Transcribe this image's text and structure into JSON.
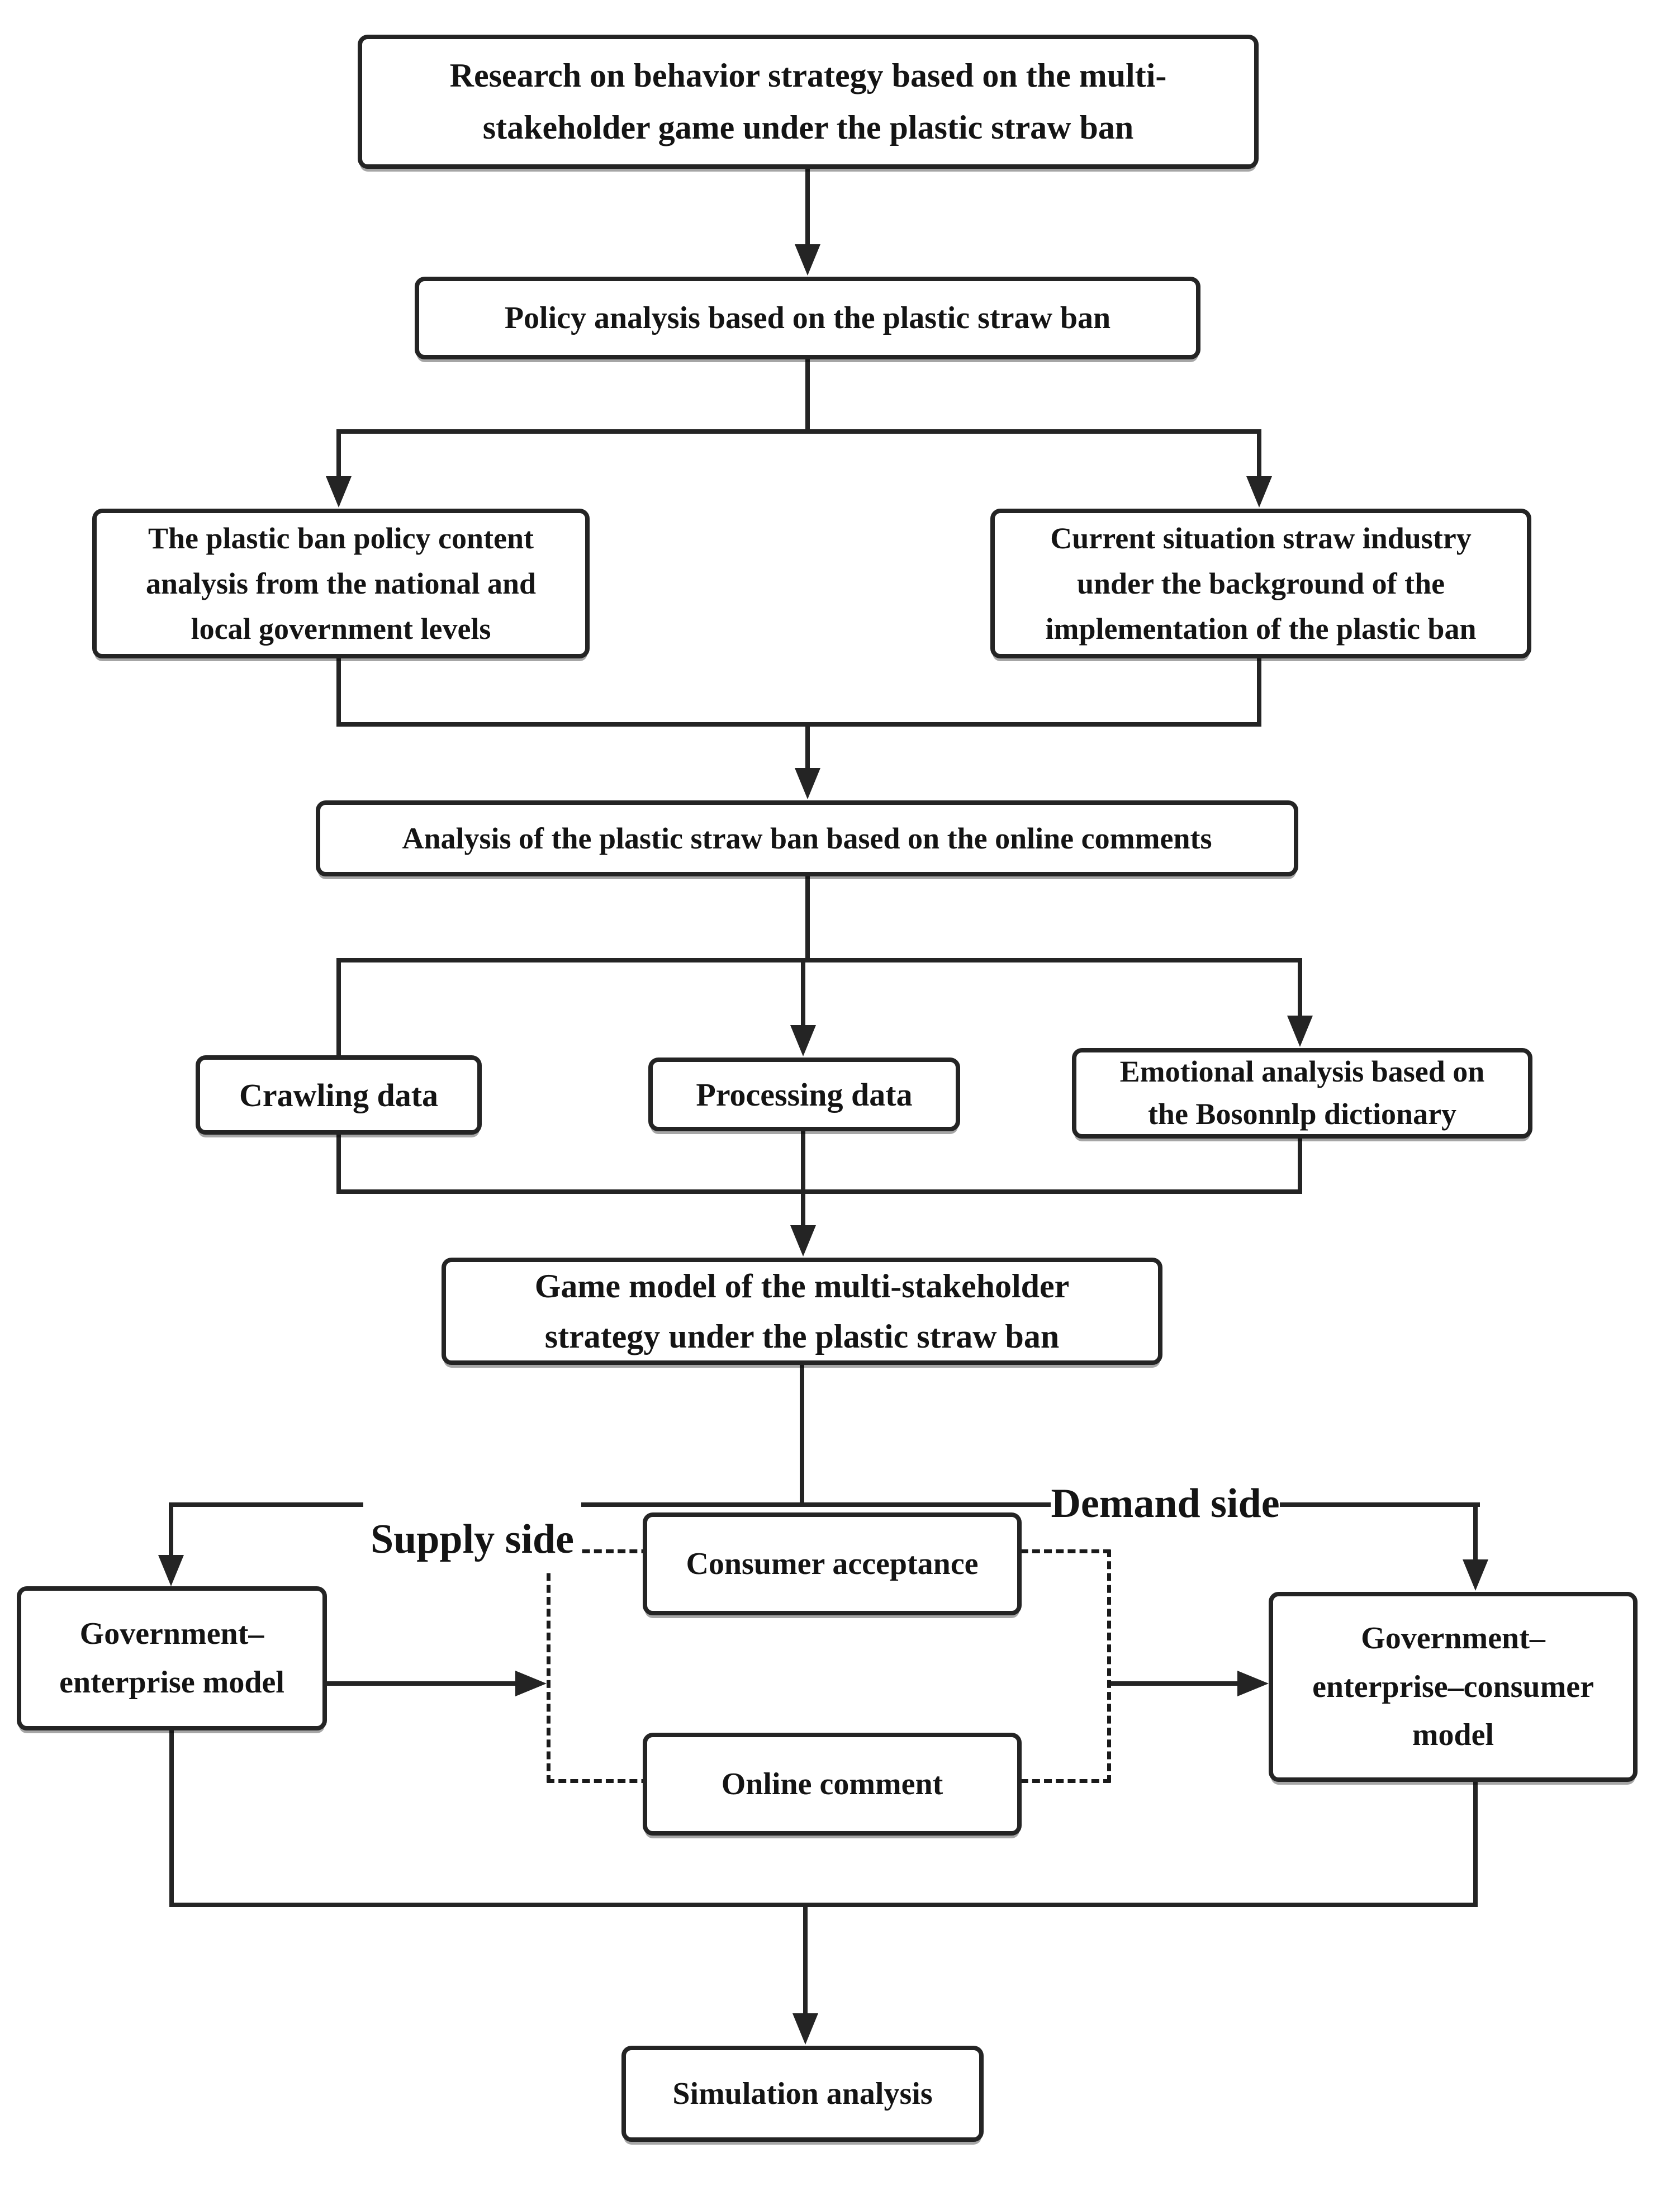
{
  "figure": {
    "type": "flowchart",
    "background_color": "#ffffff",
    "stroke_color": "#242424",
    "text_color": "#141414"
  },
  "nodes": {
    "research": {
      "label": "Research on behavior strategy based on the multi-\nstakeholder game under the plastic straw ban"
    },
    "policy": {
      "label": "Policy analysis based on the plastic straw ban"
    },
    "policy_content": {
      "label": "The plastic ban policy content\nanalysis from the national and\nlocal government levels"
    },
    "industry": {
      "label": "Current situation straw industry\nunder the background of the\nimplementation of the plastic ban"
    },
    "online_analysis": {
      "label": "Analysis of the plastic straw ban based on the online comments"
    },
    "crawling": {
      "label": "Crawling data"
    },
    "processing": {
      "label": "Processing data"
    },
    "emotional": {
      "label": "Emotional analysis based on\nthe Bosonnlp dictionary"
    },
    "game_model": {
      "label": "Game model of the multi-stakeholder\nstrategy under the plastic straw ban"
    },
    "gov_enterprise": {
      "label": "Government–\nenterprise model"
    },
    "consumer_acceptance": {
      "label": "Consumer acceptance"
    },
    "online_comment": {
      "label": "Online comment"
    },
    "gov_enterprise_consumer": {
      "label": "Government–\nenterprise–consumer\nmodel"
    },
    "simulation": {
      "label": "Simulation analysis"
    }
  },
  "side_labels": {
    "supply": "Supply side",
    "demand": "Demand side"
  }
}
